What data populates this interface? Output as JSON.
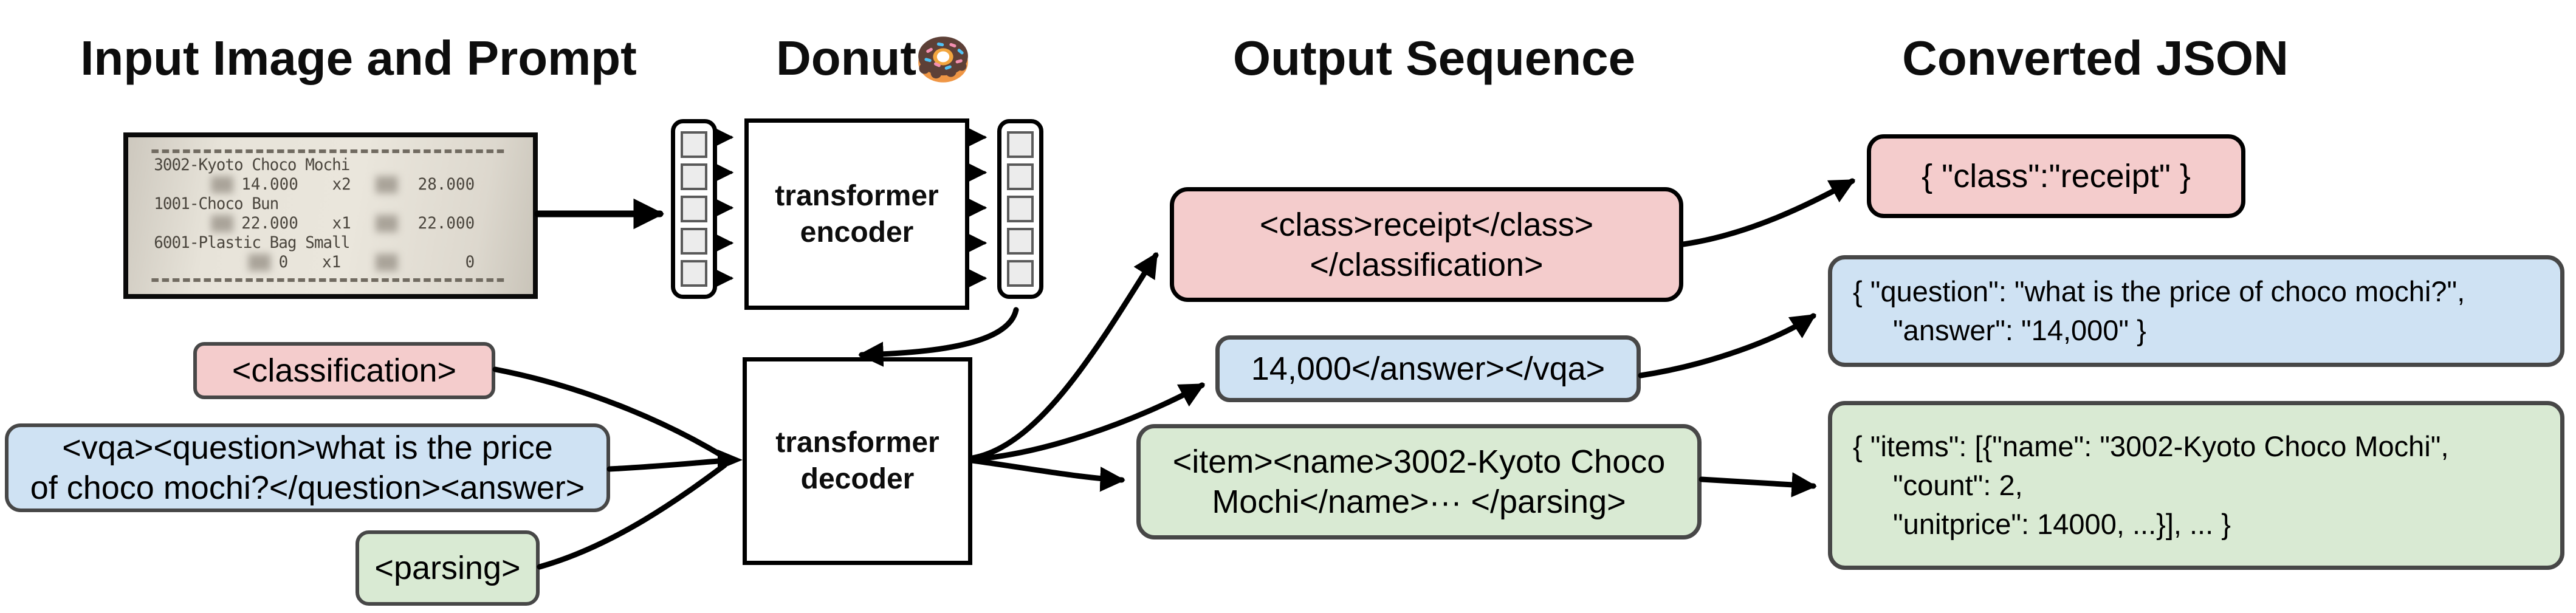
{
  "titles": {
    "input": "Input Image and Prompt",
    "model": "Donut",
    "output": "Output Sequence",
    "converted": "Converted JSON"
  },
  "model": {
    "encoder": {
      "line1": "transformer",
      "line2": "encoder"
    },
    "decoder": {
      "line1": "transformer",
      "line2": "decoder"
    },
    "donut_emoji": "donut-emoji"
  },
  "receipt": {
    "items": [
      {
        "name": "3002-Kyoto Choco Mochi",
        "price": "14.000",
        "qty": "x2",
        "total": "28.000"
      },
      {
        "name": "1001-Choco Bun",
        "price": "22.000",
        "qty": "x1",
        "total": "22.000"
      },
      {
        "name": "6001-Plastic Bag Small",
        "price": "0",
        "qty": "x1",
        "total": "0"
      }
    ]
  },
  "prompts": {
    "classification": "<classification>",
    "vqa": [
      "<vqa><question>what is the price",
      "of choco mochi?</question><answer>"
    ],
    "parsing": "<parsing>"
  },
  "outputs": {
    "classification": [
      "<class>receipt</class>",
      "</classification>"
    ],
    "vqa": "14,000</answer></vqa>",
    "parsing": [
      "<item><name>3002-Kyoto Choco",
      "Mochi</name>··· </parsing>"
    ]
  },
  "converted_json": {
    "classification": "{ \"class\":\"receipt\" }",
    "vqa": [
      "{ \"question\": \"what is the price of choco mochi?\",",
      "\"answer\": \"14,000\" }"
    ],
    "parsing": [
      "{ \"items\": [{\"name\": \"3002-Kyoto Choco Mochi\",",
      "\"count\": 2,",
      "\"unitprice\": 14000, ...}], ... }"
    ]
  },
  "colors": {
    "pink": "#f4cccc",
    "blue": "#cfe2f3",
    "green": "#d9ead3",
    "box_border": "#474747",
    "arrow": "#000000"
  }
}
